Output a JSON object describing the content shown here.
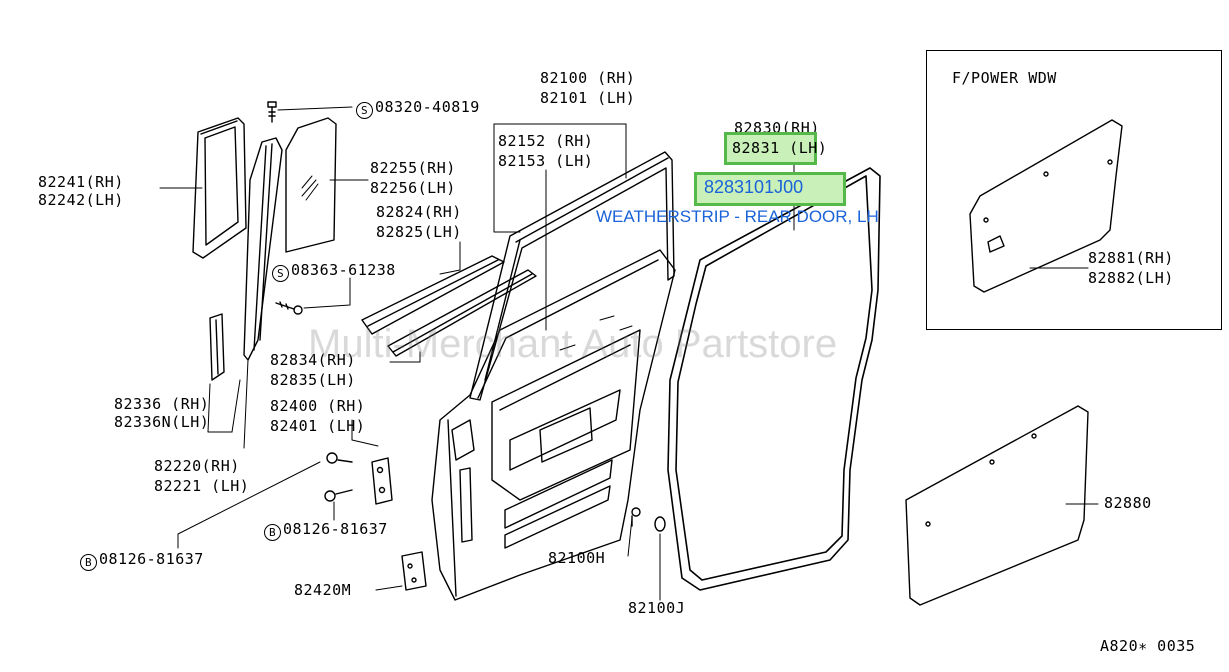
{
  "inset": {
    "title": "F/POWER WDW"
  },
  "highlight": {
    "part_number": "8283101J00",
    "description": "WEATHERSTRIP - REAR DOOR, LH"
  },
  "watermark": "Multi-Merchant Auto Partstore",
  "figure_code": "A820∗ 0035",
  "labels": {
    "l82100": "82100 (RH)",
    "l82101": "82101 (LH)",
    "l82152": "82152 (RH)",
    "l82153": "82153 (LH)",
    "l82830": "82830(RH)",
    "l82831": "82831 (LH)",
    "l08320_code": "S",
    "l08320": "08320-40819",
    "l82255": "82255(RH)",
    "l82256": "82256(LH)",
    "l82241": "82241(RH)",
    "l82242": "82242(LH)",
    "l82824": "82824(RH)",
    "l82825": "82825(LH)",
    "l08363_code": "S",
    "l08363": "08363-61238",
    "l82834": "82834(RH)",
    "l82835": "82835(LH)",
    "l82336": "82336 (RH)",
    "l82336n": "82336N(LH)",
    "l82400": "82400 (RH)",
    "l82401": "82401 (LH)",
    "l82220": "82220(RH)",
    "l82221": "82221 (LH)",
    "l08126a_code": "B",
    "l08126a": "08126-81637",
    "l08126b_code": "B",
    "l08126b": "08126-81637",
    "l82420m": "82420M",
    "l82100h": "82100H",
    "l82100j": "82100J",
    "l82881": "82881(RH)",
    "l82882": "82882(LH)",
    "l82880": "82880"
  }
}
